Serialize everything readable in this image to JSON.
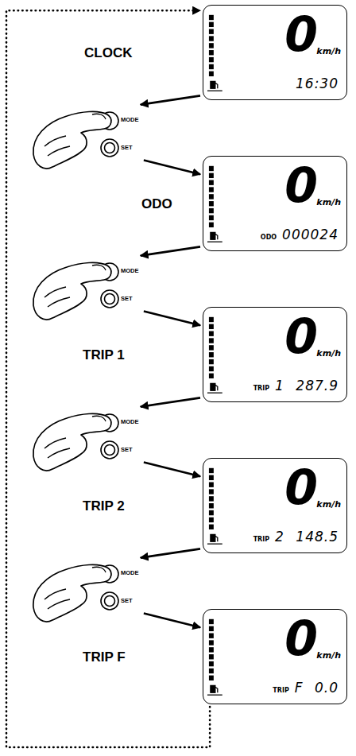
{
  "diagram": {
    "nodes": [
      {
        "text": [
          "0",
          "km/h",
          "16:30"
        ]
      },
      {
        "text": [
          "MODE",
          "SET"
        ]
      },
      {
        "text": [
          "0",
          "km/h",
          "ODO",
          "000024"
        ]
      },
      {
        "text": [
          "MODE",
          "SET"
        ]
      },
      {
        "text": [
          "0",
          "km/h",
          "TRIP",
          "1 287.9"
        ]
      },
      {
        "text": [
          "MODE",
          "SET"
        ]
      },
      {
        "text": [
          "0",
          "km/h",
          "TRIP",
          "2 148.5"
        ]
      },
      {
        "text": [
          "MODE",
          "SET"
        ]
      },
      {
        "text": [
          "0",
          "km/h",
          "TRIP",
          "F 0.0"
        ]
      }
    ],
    "edges": [
      {
        "from": 0,
        "to": 1,
        "arrow": "to"
      },
      {
        "from": 1,
        "to": 2,
        "arrow": "to"
      },
      {
        "from": 2,
        "to": 3,
        "arrow": "to"
      },
      {
        "from": 3,
        "to": 4,
        "arrow": "to"
      },
      {
        "from": 4,
        "to": 5,
        "arrow": "to"
      },
      {
        "from": 5,
        "to": 6,
        "arrow": "to"
      },
      {
        "from": 6,
        "to": 7,
        "arrow": "to"
      },
      {
        "from": 7,
        "to": 8,
        "arrow": "to"
      },
      {
        "from": 8,
        "to": 0,
        "arrow": "to"
      }
    ],
    "labels": [
      "CLOCK",
      "ODO",
      "TRIP 1",
      "TRIP 2",
      "TRIP F"
    ]
  }
}
